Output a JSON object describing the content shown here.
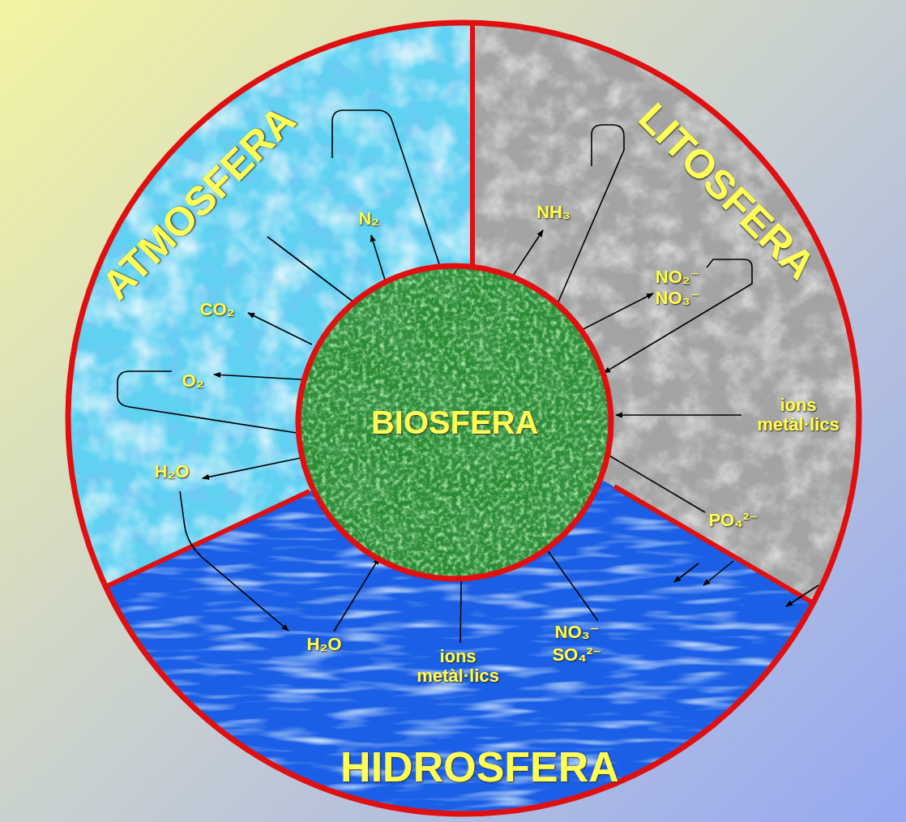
{
  "diagram": {
    "nodes": [
      {
        "text": [
          "ATMOSFERA"
        ]
      },
      {
        "text": [
          "LITOSFERA"
        ]
      },
      {
        "text": [
          "HIDROSFERA"
        ]
      },
      {
        "text": [
          "BIOSFERA"
        ]
      }
    ],
    "labels": [
      "N₂",
      "CO₂",
      "O₂",
      "H₂O",
      "NH₃",
      "NO₂⁻",
      "NO₃⁻",
      "ions metàl·lics",
      "PO₄²⁻",
      "H₂O",
      "ions metàl·lics",
      "NO₃⁻",
      "SO₄²⁻"
    ]
  }
}
